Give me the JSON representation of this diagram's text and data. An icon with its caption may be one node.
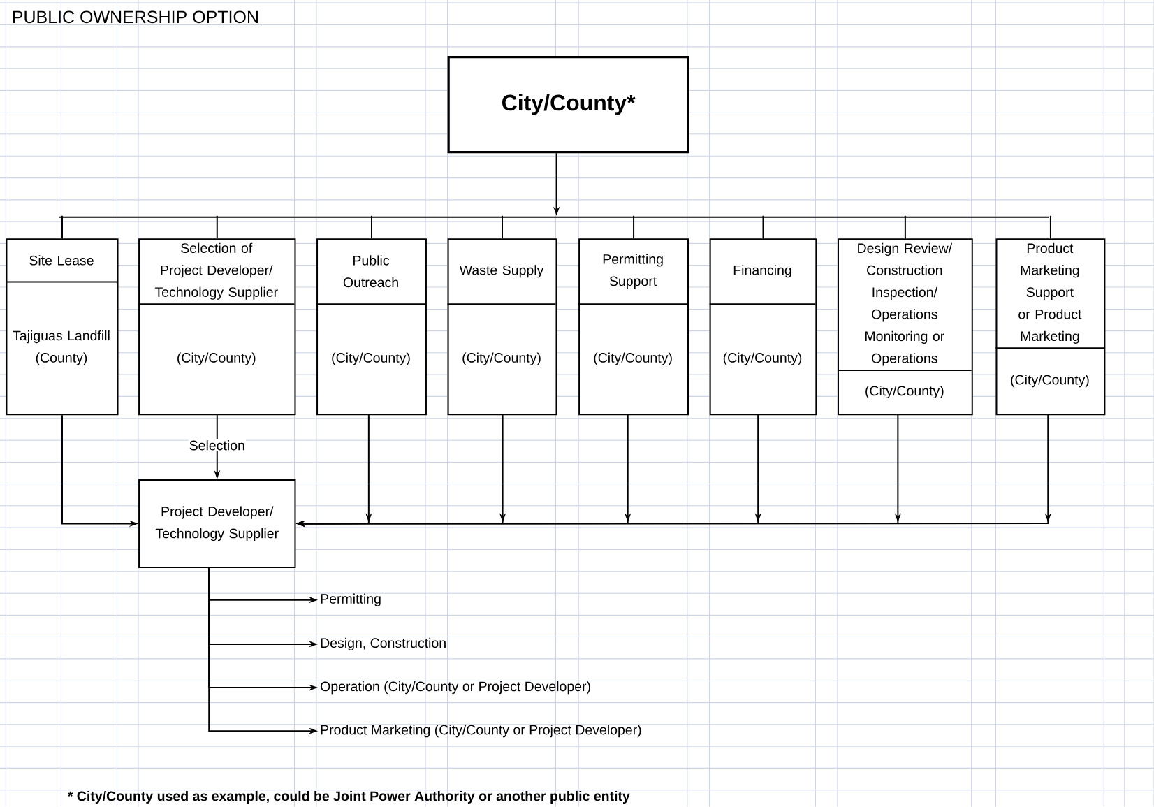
{
  "diagram": {
    "title": "PUBLIC OWNERSHIP OPTION",
    "caption": "* City/County used as example, could be Joint Power Authority or another public entity",
    "nodes": [
      {
        "text": [
          "City/County*"
        ]
      },
      {
        "text": [],
        "shape": "bar"
      },
      {
        "text": [
          "Site Lease",
          "Tajiguas Landfill (County)"
        ]
      },
      {
        "text": [
          "Selection of Project Developer/ Technology Supplier",
          "(City/County)"
        ]
      },
      {
        "text": [
          "Public Outreach",
          "(City/County)"
        ]
      },
      {
        "text": [
          "Waste Supply",
          "(City/County)"
        ]
      },
      {
        "text": [
          "Permitting Support",
          "(City/County)"
        ]
      },
      {
        "text": [
          "Financing",
          "(City/County)"
        ]
      },
      {
        "text": [
          "Design Review/ Construction Inspection/ Operations Monitoring or Operations",
          "(City/County)"
        ]
      },
      {
        "text": [
          "Product Marketing Support or Product Marketing",
          "(City/County)"
        ]
      },
      {
        "text": [
          "Project Developer/ Technology Supplier"
        ]
      },
      {
        "text": [
          "Permitting"
        ]
      },
      {
        "text": [
          "Design, Construction"
        ]
      },
      {
        "text": [
          "Operation (City/County or Project Developer)"
        ]
      },
      {
        "text": [
          "Product Marketing (City/County or Project Developer)"
        ]
      }
    ],
    "edges": [
      {
        "from": 0,
        "to": 1,
        "arrow": "to"
      },
      {
        "from": 1,
        "to": 2,
        "arrow": "none"
      },
      {
        "from": 1,
        "to": 3,
        "arrow": "none"
      },
      {
        "from": 1,
        "to": 4,
        "arrow": "none"
      },
      {
        "from": 1,
        "to": 5,
        "arrow": "none"
      },
      {
        "from": 1,
        "to": 6,
        "arrow": "none"
      },
      {
        "from": 1,
        "to": 7,
        "arrow": "none"
      },
      {
        "from": 1,
        "to": 8,
        "arrow": "none"
      },
      {
        "from": 1,
        "to": 9,
        "arrow": "none"
      },
      {
        "from": 2,
        "to": 10,
        "arrow": "to"
      },
      {
        "from": 3,
        "to": 10,
        "arrow": "to",
        "label": "Selection"
      },
      {
        "from": 4,
        "to": 10,
        "arrow": "to"
      },
      {
        "from": 5,
        "to": 10,
        "arrow": "to"
      },
      {
        "from": 6,
        "to": 10,
        "arrow": "to"
      },
      {
        "from": 7,
        "to": 10,
        "arrow": "to"
      },
      {
        "from": 8,
        "to": 10,
        "arrow": "to"
      },
      {
        "from": 9,
        "to": 10,
        "arrow": "to"
      },
      {
        "from": 10,
        "to": 11,
        "arrow": "to"
      },
      {
        "from": 10,
        "to": 12,
        "arrow": "to"
      },
      {
        "from": 10,
        "to": 13,
        "arrow": "to"
      },
      {
        "from": 10,
        "to": 14,
        "arrow": "to"
      }
    ]
  }
}
